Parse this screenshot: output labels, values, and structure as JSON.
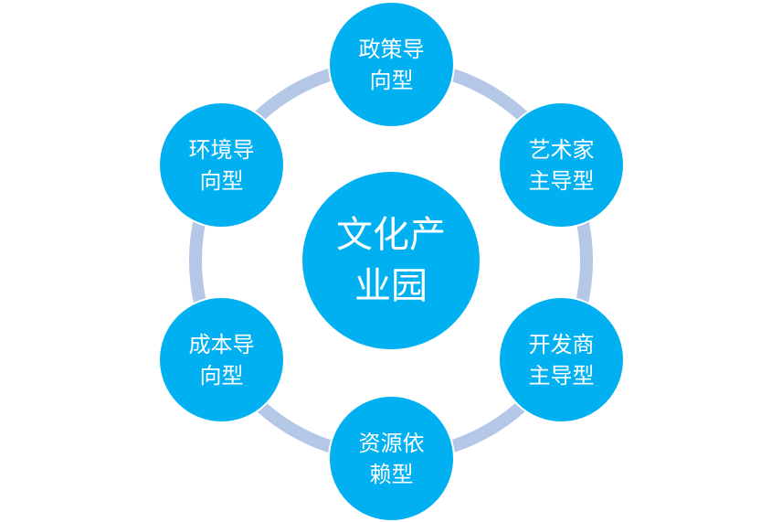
{
  "center": {
    "label": "文化产业园"
  },
  "nodes": [
    {
      "label": "政策导向型"
    },
    {
      "label": "艺术家主导型"
    },
    {
      "label": "开发商主导型"
    },
    {
      "label": "资源依赖型"
    },
    {
      "label": "成本导向型"
    },
    {
      "label": "环境导向型"
    }
  ],
  "colors": {
    "node": "#00b0f0",
    "ring": "#b4c7e7"
  }
}
